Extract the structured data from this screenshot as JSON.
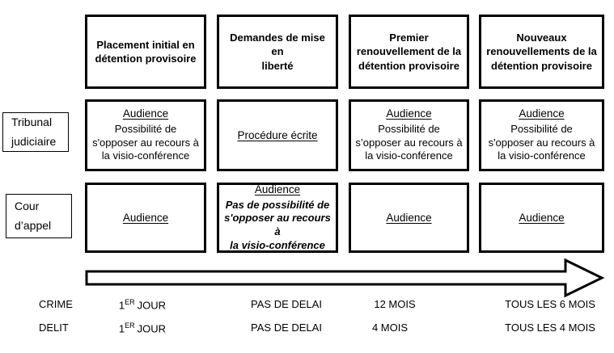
{
  "headers": [
    "Placement initial en\ndétention provisoire",
    "Demandes de mise en\nliberté",
    "Premier\nrenouvellement de la\ndétention provisoire",
    "Nouveaux\nrenouvellements de la\ndétention provisoire"
  ],
  "row_labels": [
    {
      "line1": "Tribunal",
      "line2": "judiciaire"
    },
    {
      "line1": "Cour",
      "line2": "d’appel"
    }
  ],
  "tribunal_cells": [
    {
      "title": "Audience",
      "body": "Possibilité de\ns'opposer au recours à\nla visio-conférence"
    },
    {
      "title": "Procédure écrite"
    },
    {
      "title": "Audience",
      "body": "Possibilité de\ns’opposer au recours à\nla visio-conférence"
    },
    {
      "title": "Audience",
      "body": "Possibilité de\ns'opposer au recours à\nla visio-conférence"
    }
  ],
  "appel_cells": [
    {
      "title": "Audience"
    },
    {
      "title": "Audience",
      "body": "Pas de possibilité de\ns'opposer au recours à\nla visio-conférence"
    },
    {
      "title": "Audience"
    },
    {
      "title": "Audience"
    }
  ],
  "timeline": {
    "crime": {
      "label": "CRIME",
      "first": {
        "pre": "1",
        "sup": "ER",
        "post": "JOUR"
      },
      "values": [
        "PAS DE DELAI",
        "12 MOIS",
        "TOUS LES 6 MOIS"
      ]
    },
    "delit": {
      "label": "DELIT",
      "first": {
        "pre": "1",
        "sup": "ER",
        "post": "JOUR"
      },
      "values": [
        "PAS DE DELAI",
        "4 MOIS",
        "TOUS LES 4 MOIS"
      ]
    }
  },
  "colors": {
    "border": "#000000",
    "text": "#000000",
    "background": "#ffffff"
  }
}
